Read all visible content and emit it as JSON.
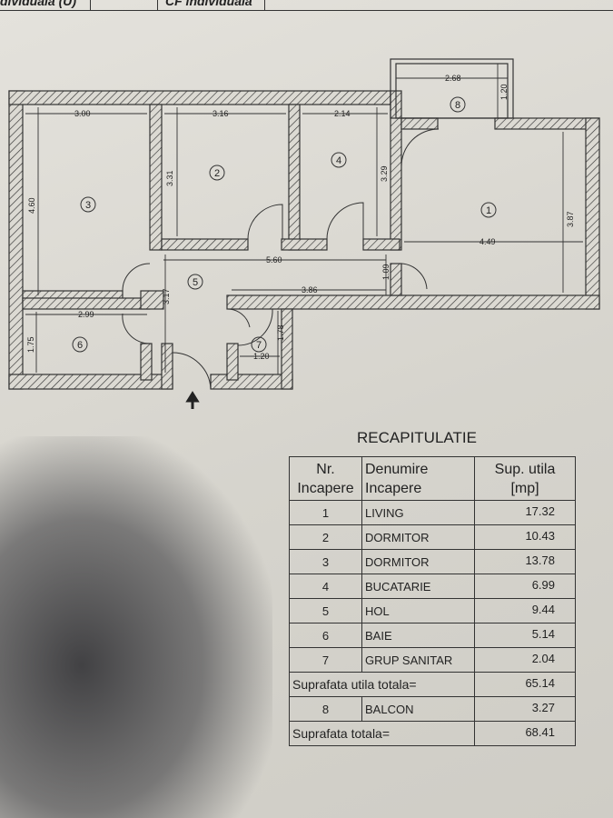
{
  "header": {
    "cell1": "dividuala (U)",
    "cell2": "CF individuala"
  },
  "plan": {
    "rooms": [
      "1",
      "2",
      "3",
      "4",
      "5",
      "6",
      "7",
      "8"
    ],
    "dims": {
      "r3_w": "3.00",
      "r3_h": "4.60",
      "r2_w": "3.16",
      "r2_h": "3.31",
      "r4_w": "2.14",
      "r4_h": "3.29",
      "balc_w": "2.68",
      "balc_h": "1.20",
      "r1_w": "4.49",
      "r1_h": "3.87",
      "hall_w": "5.60",
      "hall_h": "3.17",
      "hall2_w": "3.86",
      "hall2_h": "1.09",
      "r6_w": "2.99",
      "r6_h": "1.75",
      "r7_w": "1.20",
      "r7_h": "1.78"
    }
  },
  "recap": {
    "title": "RECAPITULATIE",
    "headers": {
      "nr": [
        "Nr.",
        "Incapere"
      ],
      "name": [
        "Denumire",
        "Incapere"
      ],
      "area": [
        "Sup. utila",
        "[mp]"
      ]
    },
    "rows": [
      {
        "nr": "1",
        "name": "LIVING",
        "area": "17.32"
      },
      {
        "nr": "2",
        "name": "DORMITOR",
        "area": "10.43"
      },
      {
        "nr": "3",
        "name": "DORMITOR",
        "area": "13.78"
      },
      {
        "nr": "4",
        "name": "BUCATARIE",
        "area": "6.99"
      },
      {
        "nr": "5",
        "name": "HOL",
        "area": "9.44"
      },
      {
        "nr": "6",
        "name": "BAIE",
        "area": "5.14"
      },
      {
        "nr": "7",
        "name": "GRUP SANITAR",
        "area": "2.04"
      }
    ],
    "useful_total": {
      "label": "Suprafata utila totala=",
      "value": "65.14"
    },
    "balcony": {
      "nr": "8",
      "name": "BALCON",
      "area": "3.27"
    },
    "total": {
      "label": "Suprafata totala=",
      "value": "68.41"
    }
  }
}
